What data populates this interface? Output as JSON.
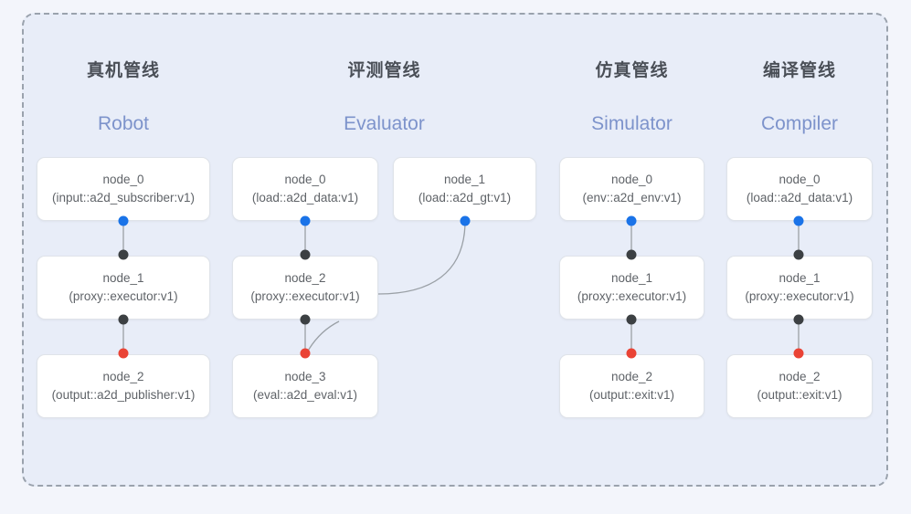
{
  "frame": {
    "border_style": "dashed",
    "border_color": "#9aa2ad",
    "background": "#e8edf8"
  },
  "page_background": "#f3f5fb",
  "palette": {
    "port_in": "#1a73e8",
    "port_mid": "#3c4043",
    "port_out": "#ea4335",
    "edge": "#9aa0a6",
    "title_cn": "#4a4f57",
    "title_en": "#7d93cb",
    "node_text": "#5f6368",
    "node_border": "#dfe3e9"
  },
  "columns": [
    {
      "key": "robot",
      "title_cn": "真机管线",
      "title_en": "Robot",
      "nodes": [
        {
          "id": "node_0",
          "type": "(input::a2d_subscriber:v1)"
        },
        {
          "id": "node_1",
          "type": "(proxy::executor:v1)"
        },
        {
          "id": "node_2",
          "type": "(output::a2d_publisher:v1)"
        }
      ]
    },
    {
      "key": "evaluator",
      "title_cn": "评测管线",
      "title_en": "Evaluator",
      "nodes": [
        {
          "id": "node_0",
          "type": "(load::a2d_data:v1)"
        },
        {
          "id": "node_2",
          "type": "(proxy::executor:v1)"
        },
        {
          "id": "node_3",
          "type": "(eval::a2d_eval:v1)"
        },
        {
          "id": "node_1",
          "type": "(load::a2d_gt:v1)"
        }
      ]
    },
    {
      "key": "simulator",
      "title_cn": "仿真管线",
      "title_en": "Simulator",
      "nodes": [
        {
          "id": "node_0",
          "type": "(env::a2d_env:v1)"
        },
        {
          "id": "node_1",
          "type": "(proxy::executor:v1)"
        },
        {
          "id": "node_2",
          "type": "(output::exit:v1)"
        }
      ]
    },
    {
      "key": "compiler",
      "title_cn": "编译管线",
      "title_en": "Compiler",
      "nodes": [
        {
          "id": "node_0",
          "type": "(load::a2d_data:v1)"
        },
        {
          "id": "node_1",
          "type": "(proxy::executor:v1)"
        },
        {
          "id": "node_2",
          "type": "(output::exit:v1)"
        }
      ]
    }
  ]
}
